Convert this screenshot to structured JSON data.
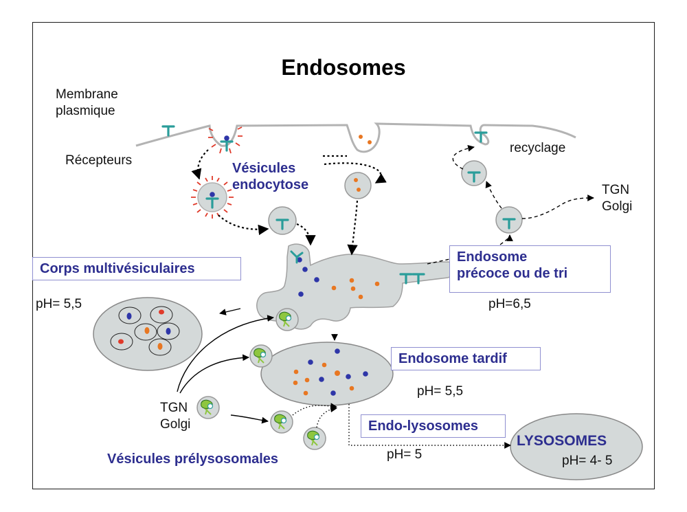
{
  "title": "Endosomes",
  "labels": {
    "membrane_line1": "Membrane",
    "membrane_line2": "plasmique",
    "receptors": "Récepteurs",
    "endocytosis_vesicles_line1": "Vésicules",
    "endocytosis_vesicles_line2": "endocytose",
    "recycling": "recyclage",
    "tgn_top_line1": "TGN",
    "tgn_top_line2": "Golgi",
    "tgn_bottom_line1": "TGN",
    "tgn_bottom_line2": "Golgi",
    "prelysosomal_vesicles": "Vésicules prélysosomales"
  },
  "boxes": {
    "multivesicular_bodies": "Corps multivésiculaires",
    "early_endosome_line1": "Endosome",
    "early_endosome_line2": "précoce ou de tri",
    "late_endosome": "Endosome tardif",
    "endo_lysosomes": "Endo-lysosomes",
    "lysosomes": "LYSOSOMES"
  },
  "ph": {
    "multivesicular": "pH= 5,5",
    "early": "pH=6,5",
    "late": "pH= 5,5",
    "endo_lysosome": "pH= 5",
    "lysosome": "pH= 4- 5"
  },
  "colors": {
    "compartment_fill": "#d4d9d9",
    "outline": "#777777",
    "receptor": "#2a9d9a",
    "clathrin": "#e03a2a",
    "blue_dot": "#2e36a8",
    "orange_dot": "#e87722",
    "text_blue": "#2d2e8f",
    "hydrolase_green": "#8ec63f"
  }
}
